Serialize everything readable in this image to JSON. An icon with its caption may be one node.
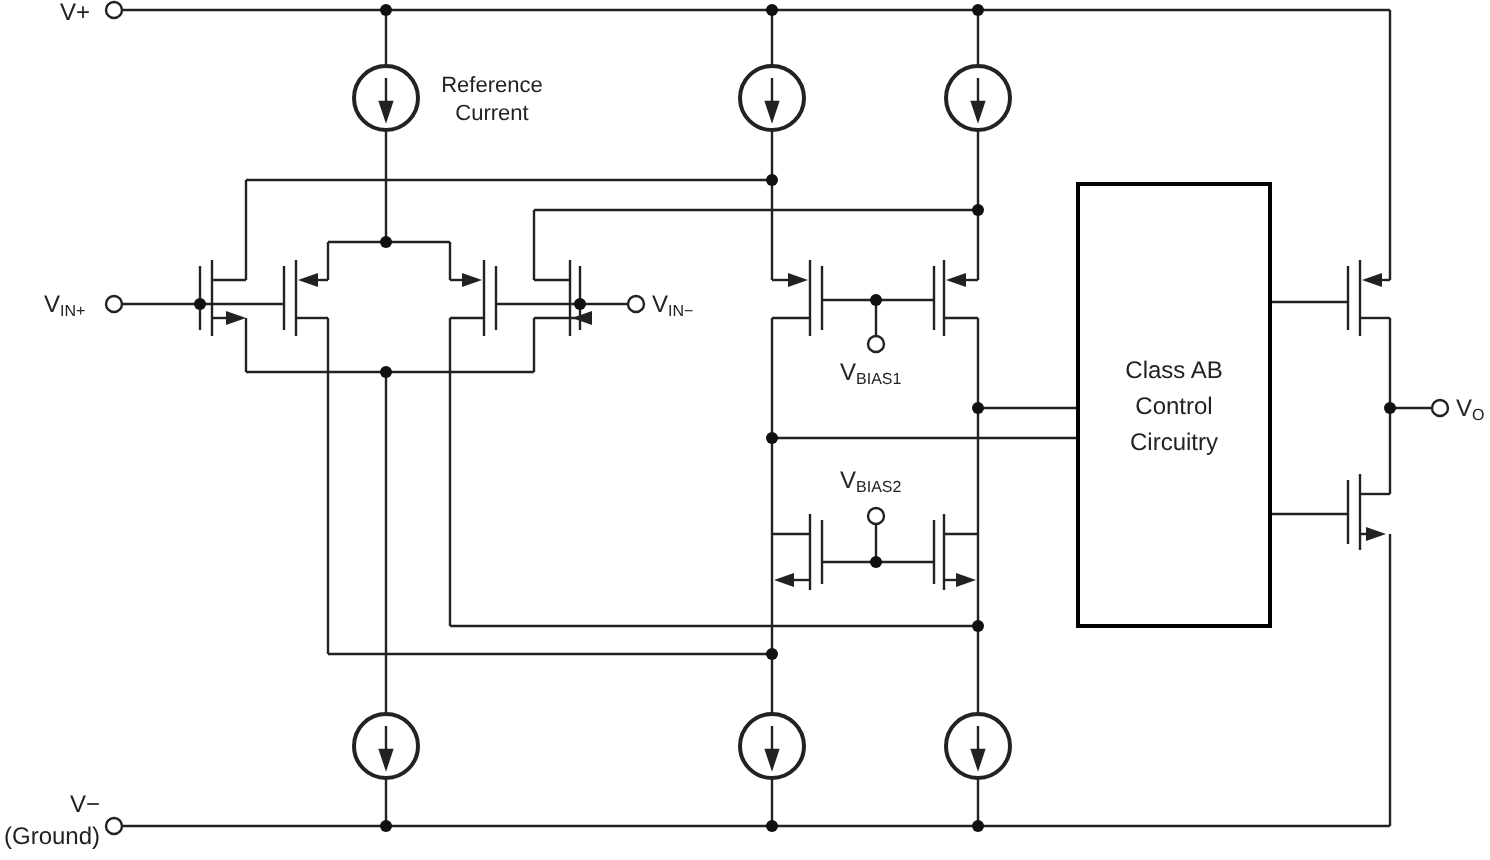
{
  "diagram": {
    "nodes": [
      {
        "text": [
          "V+"
        ]
      },
      {
        "text": [
          "V$_{IN+}$"
        ]
      },
      {
        "text": [
          "V$_{IN−}$"
        ]
      },
      {
        "text": [
          "V$_{BIAS1}$"
        ]
      },
      {
        "text": [
          "V$_{BIAS2}$"
        ]
      },
      {
        "text": [
          "Class AB Control Circuitry"
        ]
      },
      {
        "text": [
          "V$_{O}$"
        ]
      },
      {
        "text": [
          "V−",
          "(Ground)"
        ]
      }
    ],
    "labels": [
      "Reference Current"
    ]
  }
}
